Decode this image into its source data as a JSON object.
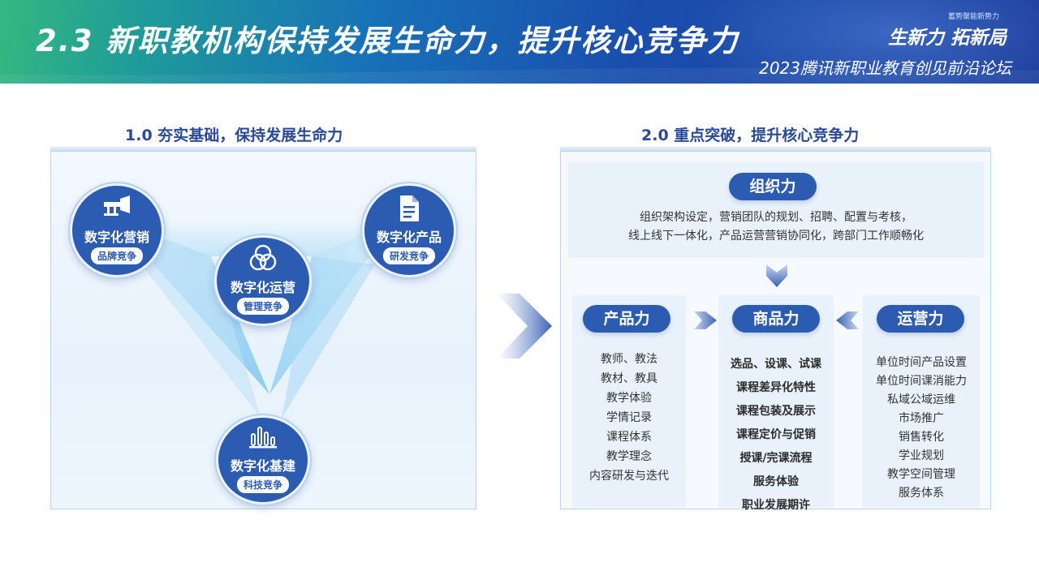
{
  "header": {
    "title": "2.3  新职教机构保持发展生命力，提升核心竞争力",
    "brand_small": "蓄势聚能新势力",
    "brand_logo": "生新力 拓新局",
    "brand_sub": "2023腾讯新职业教育创见前沿论坛"
  },
  "left": {
    "title": "1.0  夯实基础，保持发展生命力",
    "nodes": [
      {
        "label": "数字化营销",
        "tag": "品牌竞争",
        "icon": "trumpet-icon"
      },
      {
        "label": "数字化产品",
        "tag": "研发竞争",
        "icon": "document-icon"
      },
      {
        "label": "数字化运营",
        "tag": "管理竞争",
        "icon": "rings-icon"
      },
      {
        "label": "数字化基建",
        "tag": "科技竞争",
        "icon": "bar-chart-icon"
      }
    ]
  },
  "right": {
    "title": "2.0 重点突破，提升核心竞争力",
    "org": {
      "label": "组织力",
      "line1": "组织架构设定，营销团队的规划、招聘、配置与考核，",
      "line2": "线上线下一体化，产品运营营销协同化，跨部门工作顺畅化"
    },
    "product": {
      "label": "产品力",
      "items": [
        "教师、教法",
        "教材、教具",
        "教学体验",
        "学情记录",
        "课程体系",
        "教学理念",
        "内容研发与迭代"
      ]
    },
    "commodity": {
      "label": "商品力",
      "items": [
        "选品、设课、试课",
        "课程差异化特性",
        "课程包装及展示",
        "课程定价与促销",
        "授课/完课流程",
        "服务体验",
        "职业发展期许"
      ]
    },
    "operation": {
      "label": "运营力",
      "items": [
        "单位时间产品设置",
        "单位时间课消能力",
        "私域公域运维",
        "市场推广",
        "销售转化",
        "学业规划",
        "教学空间管理",
        "服务体系"
      ]
    }
  },
  "colors": {
    "brand_blue": "#2c5bb2",
    "title_blue": "#2a4a98",
    "panel_bg": "#e9f2fb"
  }
}
